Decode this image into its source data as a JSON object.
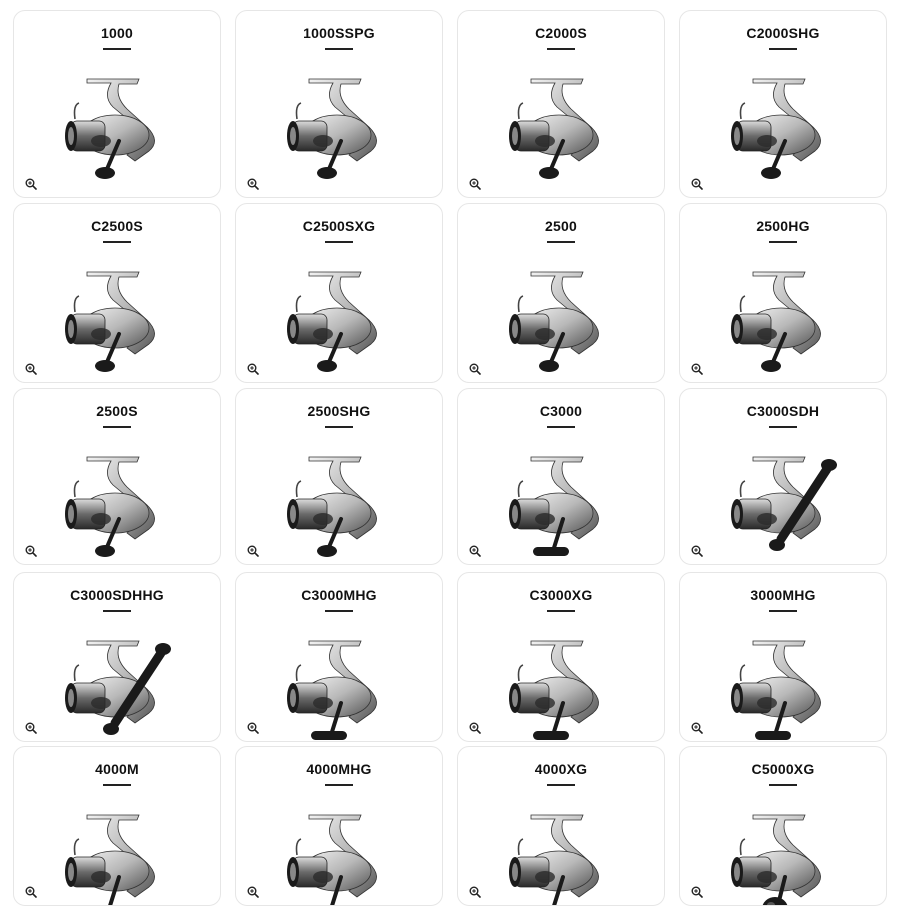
{
  "colors": {
    "card_border": "#e6e6e6",
    "title": "#111111",
    "rule": "#222222",
    "reel_dark": "#1a1a1a",
    "reel_silver": "#b8b8b8"
  },
  "product_grid": {
    "zoom_icon": "zoom-in-icon",
    "models": [
      {
        "label": "1000",
        "handle": "round"
      },
      {
        "label": "1000SSPG",
        "handle": "round"
      },
      {
        "label": "C2000S",
        "handle": "round"
      },
      {
        "label": "C2000SHG",
        "handle": "round"
      },
      {
        "label": "C2500S",
        "handle": "round"
      },
      {
        "label": "C2500SXG",
        "handle": "round"
      },
      {
        "label": "2500",
        "handle": "round"
      },
      {
        "label": "2500HG",
        "handle": "round"
      },
      {
        "label": "2500S",
        "handle": "round"
      },
      {
        "label": "2500SHG",
        "handle": "round"
      },
      {
        "label": "C3000",
        "handle": "bar"
      },
      {
        "label": "C3000SDH",
        "handle": "double"
      },
      {
        "label": "C3000SDHHG",
        "handle": "double"
      },
      {
        "label": "C3000MHG",
        "handle": "bar"
      },
      {
        "label": "C3000XG",
        "handle": "bar"
      },
      {
        "label": "3000MHG",
        "handle": "bar"
      },
      {
        "label": "4000M",
        "handle": "bar"
      },
      {
        "label": "4000MHG",
        "handle": "bar"
      },
      {
        "label": "4000XG",
        "handle": "bar"
      },
      {
        "label": "C5000XG",
        "handle": "knob"
      }
    ]
  }
}
